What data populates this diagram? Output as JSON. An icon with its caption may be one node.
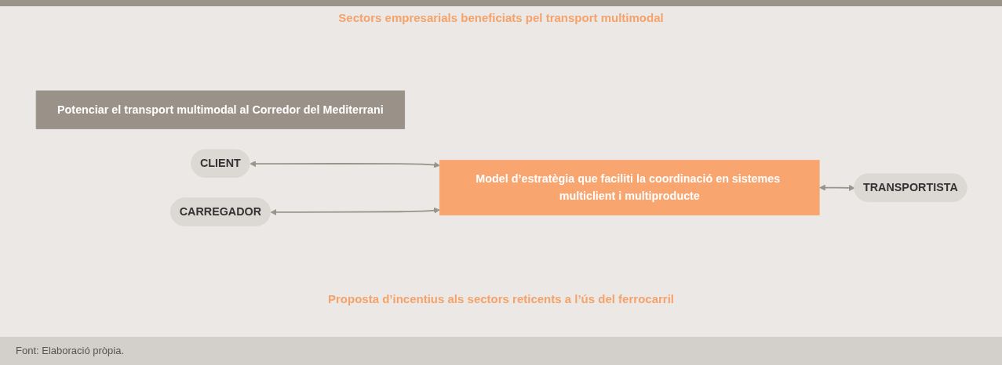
{
  "diagram": {
    "caption": "Font: Elaboració pròpia.",
    "nodes": [
      {
        "text": [
          "Potenciar el transport multimodal al Corredor del Mediterrani"
        ]
      },
      {
        "text": [
          "CLIENT"
        ]
      },
      {
        "text": [
          "CARREGADOR"
        ]
      },
      {
        "text": [
          "Model d’estratègia que faciliti la coordinació en sistemes multiclient i multiproducte"
        ]
      },
      {
        "text": [
          "TRANSPORTISTA"
        ]
      }
    ],
    "edges": [
      {
        "from": 1,
        "to": 3,
        "arrow": "both"
      },
      {
        "from": 2,
        "to": 3,
        "arrow": "both"
      },
      {
        "from": 3,
        "to": 4,
        "arrow": "both"
      }
    ],
    "labels": [
      "Sectors empresarials beneficiats pel transport multimodal",
      "Proposta d’incentius als sectors reticents a l’ús del ferrocarril"
    ]
  }
}
